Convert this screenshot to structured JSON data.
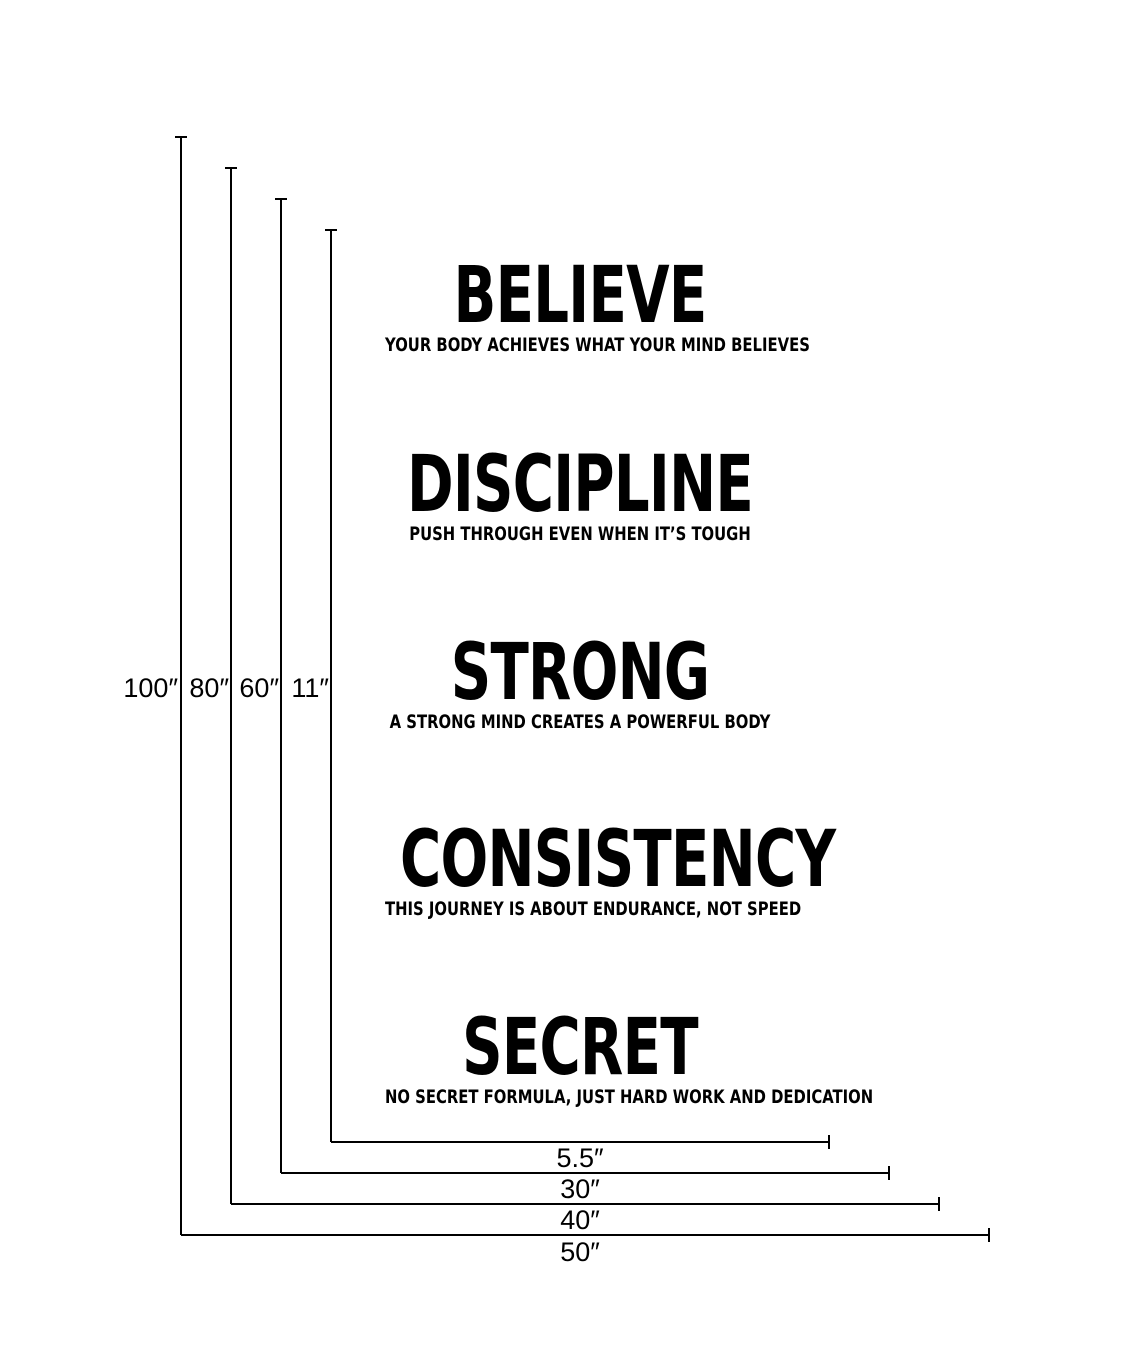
{
  "sections": [
    {
      "word": "BELIEVE",
      "tagline": "YOUR BODY ACHIEVES WHAT YOUR MIND BELIEVES"
    },
    {
      "word": "DISCIPLINE",
      "tagline": "PUSH THROUGH EVEN WHEN IT’S TOUGH"
    },
    {
      "word": "STRONG",
      "tagline": "A STRONG MIND CREATES A POWERFUL BODY"
    },
    {
      "word": "CONSISTENCY",
      "tagline": "THIS JOURNEY IS ABOUT ENDURANCE, NOT SPEED"
    },
    {
      "word": "SECRET",
      "tagline": "NO SECRET FORMULA, JUST HARD WORK AND DEDICATION"
    }
  ],
  "dimensions": [
    {
      "height": "100″",
      "width": "50″"
    },
    {
      "height": "80″",
      "width": "40″"
    },
    {
      "height": "60″",
      "width": "30″"
    },
    {
      "height": "11″",
      "width": "5.5″"
    }
  ],
  "colors": {
    "ink": "#000000",
    "background": "#ffffff"
  }
}
